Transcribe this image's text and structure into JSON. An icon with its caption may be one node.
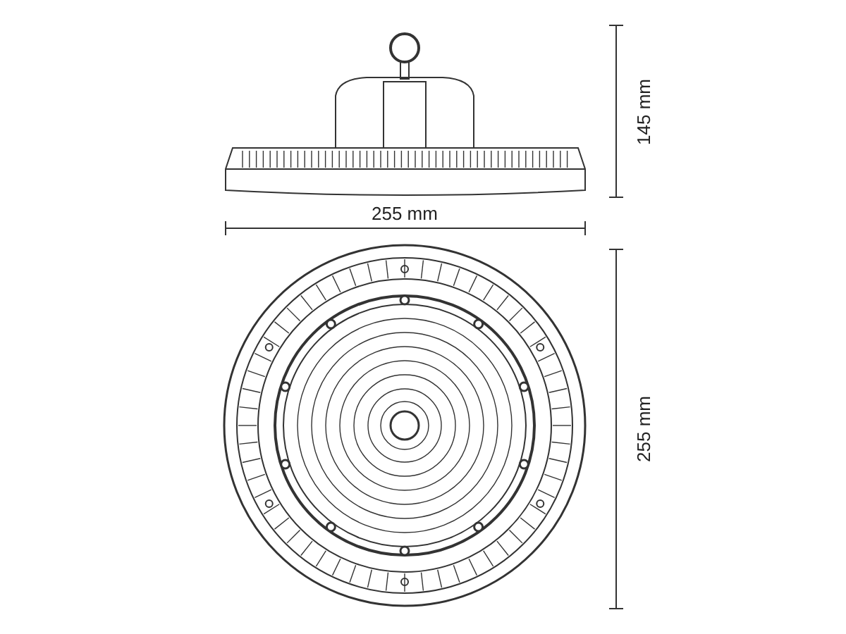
{
  "diagram": {
    "labels": [
      "145 mm",
      "255 mm",
      "255 mm"
    ]
  }
}
